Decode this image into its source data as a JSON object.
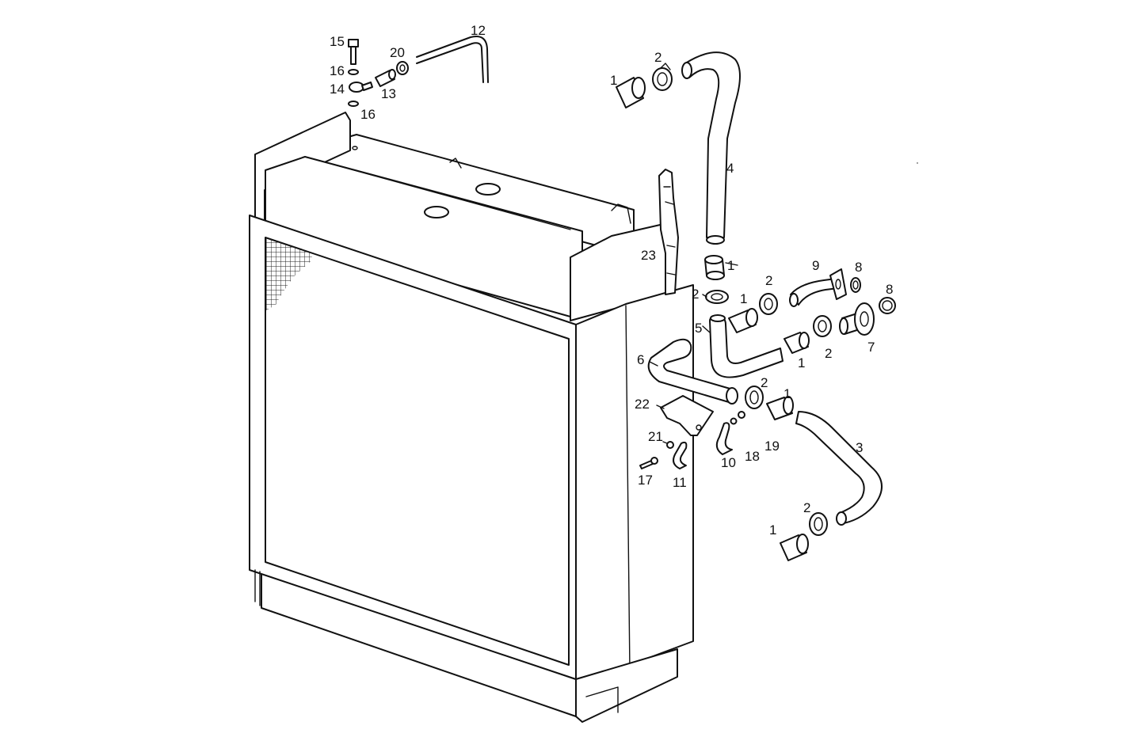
{
  "callouts": {
    "c1a": "1",
    "c1b": "1",
    "c1c": "1",
    "c1d": "1",
    "c1e": "1",
    "c1f": "1",
    "c2a": "2",
    "c2b": "2",
    "c2c": "2",
    "c2d": "2",
    "c2e": "2",
    "c2f": "2",
    "c3": "3",
    "c4": "4",
    "c5": "5",
    "c6": "6",
    "c7": "7",
    "c8a": "8",
    "c8b": "8",
    "c9": "9",
    "c10": "10",
    "c11": "11",
    "c12": "12",
    "c13": "13",
    "c14": "14",
    "c15": "15",
    "c16a": "16",
    "c16b": "16",
    "c17": "17",
    "c18": "18",
    "c19": "19",
    "c20": "20",
    "c21": "21",
    "c22": "22",
    "c23": "23"
  }
}
